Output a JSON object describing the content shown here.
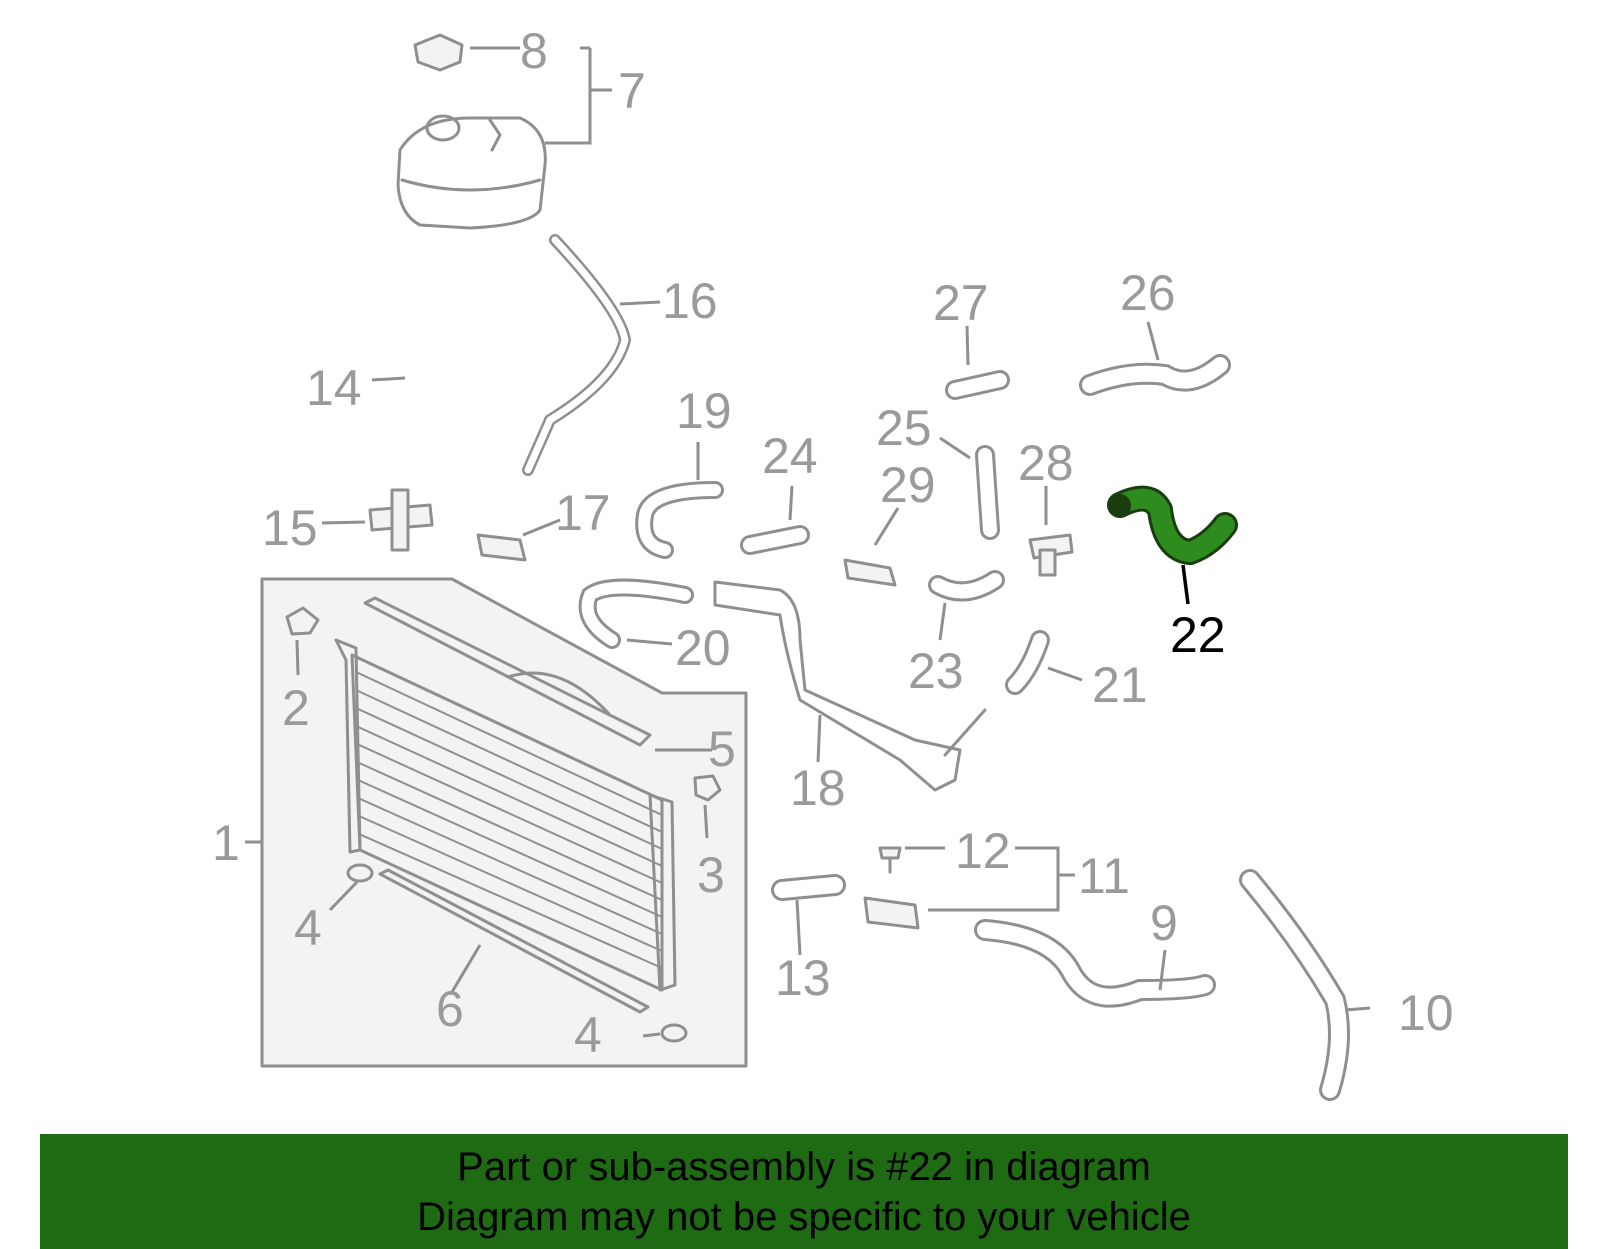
{
  "diagram": {
    "highlight_color": "#2e8b1e",
    "banner_color": "#1e6b14",
    "callouts": {
      "c1": "1",
      "c2": "2",
      "c3": "3",
      "c4a": "4",
      "c4b": "4",
      "c5": "5",
      "c6": "6",
      "c7": "7",
      "c8": "8",
      "c9": "9",
      "c10": "10",
      "c11": "11",
      "c12": "12",
      "c13": "13",
      "c14": "14",
      "c15": "15",
      "c16": "16",
      "c17": "17",
      "c18": "18",
      "c19": "19",
      "c20": "20",
      "c21": "21",
      "c22": "22",
      "c23": "23",
      "c24": "24",
      "c25": "25",
      "c26": "26",
      "c27": "27",
      "c28": "28",
      "c29": "29"
    }
  },
  "banner": {
    "line1": "Part or sub-assembly is #22 in diagram",
    "line2": "Diagram may not be specific to your vehicle"
  }
}
